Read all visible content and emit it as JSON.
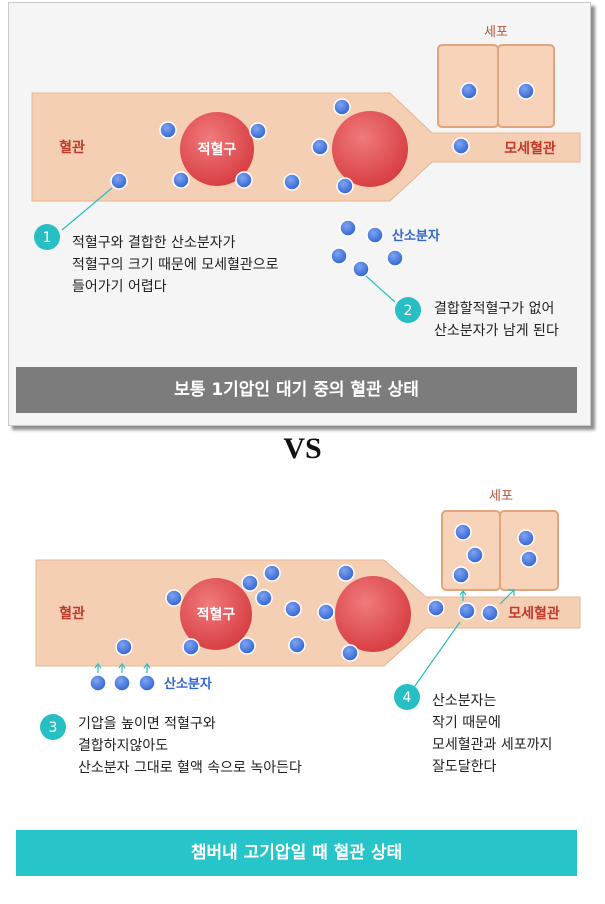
{
  "colors": {
    "vessel": "#f4cfb4",
    "vessel_edge": "#e8b48f",
    "rbc": "#e04f52",
    "oxygen": "#3f6fd8",
    "teal": "#27bfc4",
    "gray_caption": "#7c7c7c",
    "red_text": "#c0392b",
    "blue_text": "#2f66d0"
  },
  "top": {
    "cell_label": "세포",
    "vessel_label": "혈관",
    "capillary_label": "모세혈관",
    "rbc_label": "적혈구",
    "oxygen_label": "산소분자",
    "note1_num": "1",
    "note1_line1": "적혈구와 결합한 산소분자가",
    "note1_line2": "적혈구의 크기 때문에 모세혈관으로",
    "note1_line3": "들어가기 어렵다",
    "note2_num": "2",
    "note2_line1": "결합할적혈구가 없어",
    "note2_line2": "산소분자가 남게 된다",
    "caption": "보통 1기압인 대기 중의 혈관 상태"
  },
  "vs_label": "VS",
  "bottom": {
    "cell_label": "세포",
    "vessel_label": "혈관",
    "capillary_label": "모세혈관",
    "rbc_label": "적혈구",
    "oxygen_label": "산소분자",
    "note3_num": "3",
    "note3_line1": "기압을 높이면 적혈구와",
    "note3_line2": "결합하지않아도",
    "note3_line3": "산소분자 그대로 혈액 속으로 녹아든다",
    "note4_num": "4",
    "note4_line1": "산소분자는",
    "note4_line2": "작기 때문에",
    "note4_line3": "모세혈관과 세포까지",
    "note4_line4": "잘도달한다",
    "caption": "챔버내 고기압일 때 혈관 상태"
  }
}
